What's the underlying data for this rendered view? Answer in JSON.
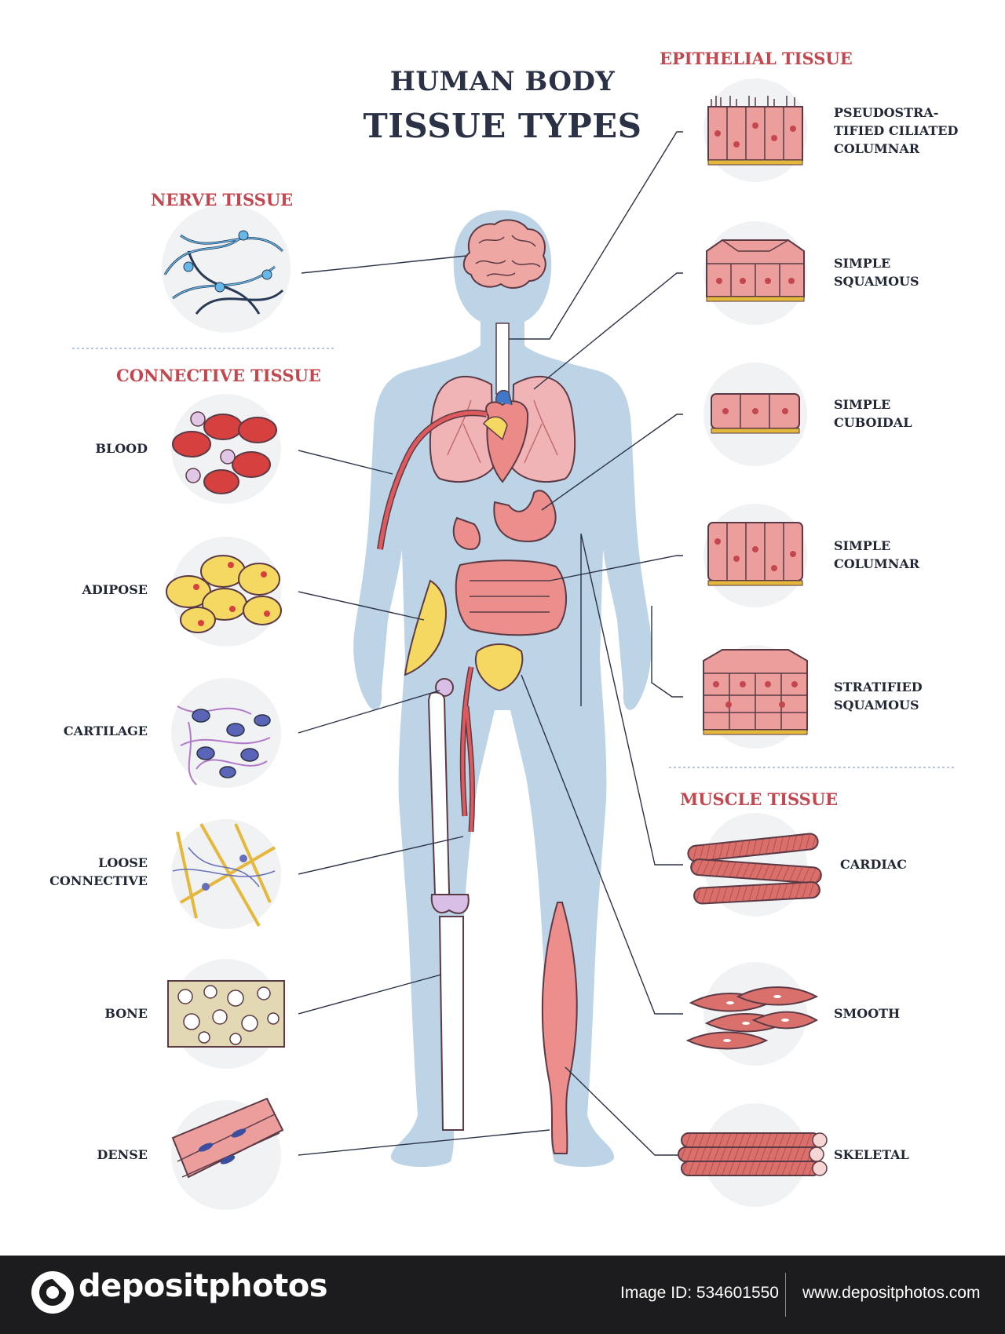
{
  "title": {
    "line1": "HUMAN BODY",
    "line2": "TISSUE TYPES"
  },
  "sections": {
    "nerve": "NERVE TISSUE",
    "connective": "CONNECTIVE TISSUE",
    "epithelial": "EPITHELIAL TISSUE",
    "muscle": "MUSCLE TISSUE"
  },
  "connective_items": [
    "BLOOD",
    "ADIPOSE",
    "CARTILAGE",
    "LOOSE CONNECTIVE",
    "BONE",
    "DENSE"
  ],
  "epithelial_items": [
    "PSEUDOSTRA-TIFIED CILIATED COLUMNAR",
    "SIMPLE SQUAMOUS",
    "SIMPLE CUBOIDAL",
    "SIMPLE COLUMNAR",
    "STRATIFIED SQUAMOUS"
  ],
  "epithelial_lines": {
    "pseudo": [
      "PSEUDOSTRA-",
      "TIFIED CILIATED",
      "COLUMNAR"
    ],
    "squamous": [
      "SIMPLE",
      "SQUAMOUS"
    ],
    "cuboidal": [
      "SIMPLE",
      "CUBOIDAL"
    ],
    "columnar": [
      "SIMPLE",
      "COLUMNAR"
    ],
    "stratified": [
      "STRATIFIED",
      "SQUAMOUS"
    ]
  },
  "loose_lines": [
    "LOOSE",
    "CONNECTIVE"
  ],
  "muscle_items": [
    "CARDIAC",
    "SMOOTH",
    "SKELETAL"
  ],
  "footer": {
    "brand": "depositphotos",
    "image_id": "Image ID: 534601550",
    "site": "www.depositphotos.com"
  },
  "colors": {
    "title": "#2b3245",
    "section": "#c2474f",
    "body_silhouette": "#bdd3e6",
    "tissue_pink": "#e89a94",
    "fat_yellow": "#f5d862",
    "footer_bg": "#1c1c1e"
  }
}
